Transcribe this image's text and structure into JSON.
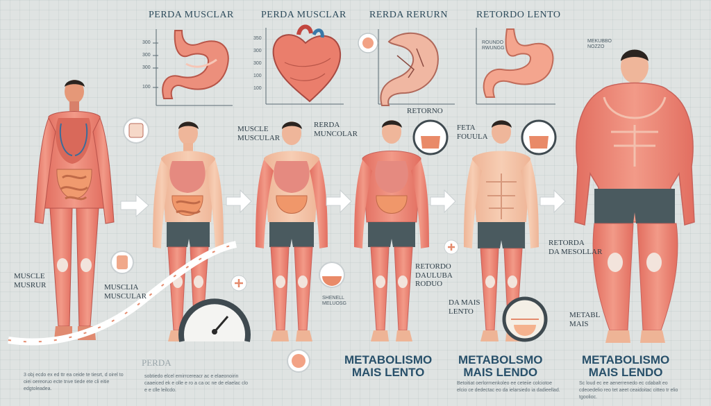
{
  "headers": [
    "PERDA MUSCLAR",
    "PERDA MUSCLAR",
    "RERDA RERURN",
    "RETORDO LENTO"
  ],
  "chart_labels": {
    "stomach1_ticks": [
      "300",
      "300",
      "300",
      "100"
    ],
    "heart_ticks": [
      "350",
      "300",
      "300",
      "100",
      "100"
    ],
    "right_chart_small": "ROUNDO\nRWUNGG",
    "retorno": "RETORNO",
    "top_right_small": "MEKUBBO\nNOZZO"
  },
  "labels": {
    "muscle_musrur": "MUSCLE\nMUSRUR",
    "muscle_muscular": "MUSCLE\nMUSCULAR",
    "rerda_muncular": "RERDA\nMUNCOLAR",
    "feta_fouula": "FETA\nFOUULA",
    "muscla_muscular": "MUSCLIA\nMUSCULAR",
    "retordo": "RETORDO\nDAULUBA\nRODUO",
    "da_mais_lento": "DA MAIS\nLENTO",
    "retorda_mesollar": "RETORDA\nDA MESOLLAR",
    "metabl_mais": "METABL\nMAIS",
    "perda_faded": "PERDA",
    "tiny_label": "SHENELL\nMELUOSG"
  },
  "metabolism": [
    "METABOLISMO\nMAIS LENTO",
    "METABOLSMO\nMAIS LENDO",
    "METABOLISMO\nMAIS LENDO"
  ],
  "paragraphs": [
    "3 obj ecdo ex ed ttr ea ceide te tiesrt, d oirel to oiei oereoruo ecte tnve tiede ete cli eitie edgtoleadea.",
    "sobtiedo elcel emirrcereacr ac e elaeonoirin caaeiced ek e olle e ro a ca oc ne de elaelac clo e e clle leilcdo.",
    "Betoitiat oerlormenkoleo ee ceteiie colciotoe elcio ce dedectac eo da ielarsiedo ia dadieellad.",
    "Sc loud ec ee aenerrenedo ec cdabalt eo cdeoedelio reo tet aeet ceaidoitac citteo tr elio tgoolioc."
  ],
  "colors": {
    "background": "#dfe3e2",
    "muscle": "#e8786a",
    "muscle_light": "#f1a595",
    "skin": "#f3c1a4",
    "shorts": "#4a5a5f",
    "organ": "#e48a6c",
    "heading": "#28506a",
    "arrow": "#ffffff"
  },
  "icons": [
    "arrow-right-icon",
    "gauge-icon",
    "jar-icon",
    "plus-icon",
    "stomach-icon",
    "heart-icon"
  ]
}
